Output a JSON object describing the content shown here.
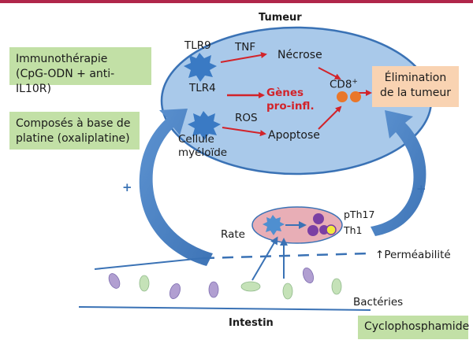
{
  "colors": {
    "top_bar": "#b0264a",
    "ellipse_fill": "#a9c9ea",
    "ellipse_stroke": "#3a72b5",
    "red_arrow": "#d2232a",
    "green_box": "#c2e0a6",
    "peach_box": "#f9d3b2",
    "spleen_fill": "#e8aeb6",
    "cell_blue": "#4f8fd0",
    "cell_orange": "#e9772a",
    "cell_purple": "#7b3fa3",
    "cell_yellow": "#f4ea3c",
    "bacteria_purple": "#b19fd1",
    "bacteria_green": "#c5e2b8"
  },
  "boxes": {
    "immuno_line1": "Immunothérapie",
    "immuno_line2": "(CpG-ODN + anti-IL10R)",
    "platine_line1": "Composés à base de",
    "platine_line2": "platine (oxaliplatine)",
    "elim_line1": "Élimination",
    "elim_line2": "de la tumeur",
    "cyclo": "Cyclophosphamide"
  },
  "tumor": {
    "title": "Tumeur",
    "tlr9": "TLR9",
    "tlr4": "TLR4",
    "tnf": "TNF",
    "ros": "ROS",
    "necrose": "Nécrose",
    "genes_line1": "Gènes",
    "genes_line2": "pro-infl.",
    "apoptose": "Apoptose",
    "cd8": "CD8",
    "cd8_sup": "+",
    "cellule_line1": "Cellule",
    "cellule_line2": "myéloïde"
  },
  "spleen": {
    "rate": "Rate",
    "pth17": "pTh17",
    "th1": "Th1"
  },
  "gut": {
    "permeabilite_arrow": "↑",
    "permeabilite": "Perméabilité",
    "bacteries": "Bactéries",
    "intestin": "Intestin"
  },
  "plus_signs": {
    "left": "+",
    "right": "+"
  }
}
